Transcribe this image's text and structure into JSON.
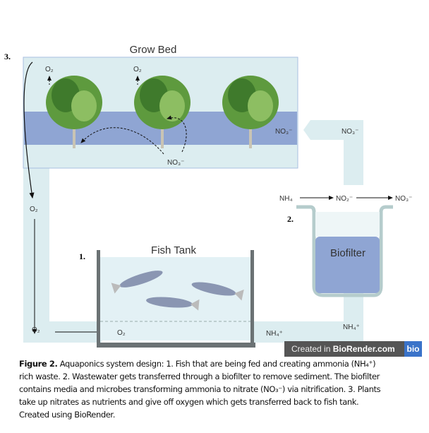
{
  "labels": {
    "grow_bed": "Grow Bed",
    "fish_tank": "Fish Tank",
    "biofilter": "Biofilter",
    "step1": "1.",
    "step2": "2.",
    "step3": "3.",
    "o2": "O₂",
    "no3": "NO₃⁻",
    "no2": "NO₂⁻",
    "nh4": "NH₄",
    "nh4_plus": "NH₄⁺"
  },
  "watermark": {
    "prefix": "Created in ",
    "brand": "BioRender.com",
    "logo": "bio"
  },
  "caption": {
    "label": "Figure 2.",
    "text": " Aquaponics system design: 1. Fish that are being fed and creating ammonia (NH₄⁺) rich waste. 2. Wastewater gets transferred through a biofilter to remove sediment. The biofilter contains media and microbes transforming ammonia to nitrate (NO₃⁻) via nitrification. 3. Plants take up nitrates as nutrients and give off oxygen which gets transferred back to fish tank. Created using BioRender."
  },
  "colors": {
    "pipe": "#dcedf0",
    "water_dark": "#8fa5d3",
    "plant": "#6aa24a",
    "wall": "#6b7274"
  }
}
